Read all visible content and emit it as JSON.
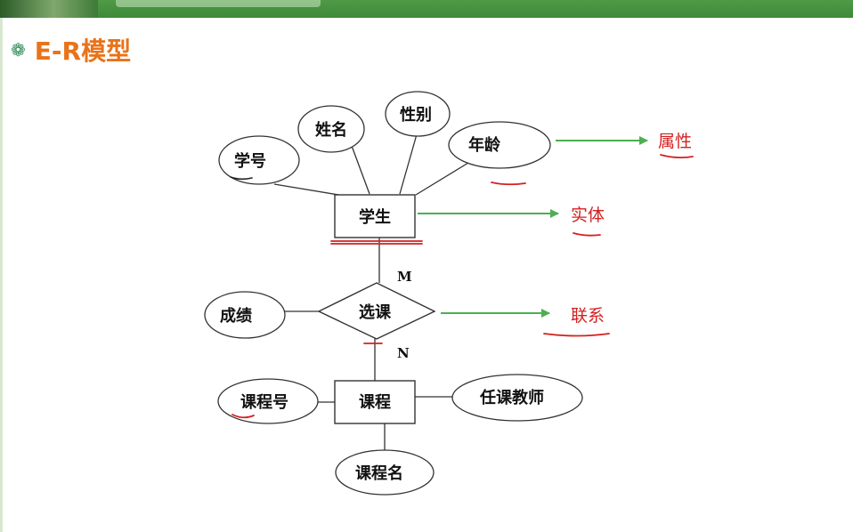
{
  "slide": {
    "title": "E-R模型",
    "bullet_icon": "flower-bullet-icon"
  },
  "diagram": {
    "entities": {
      "student": "学生",
      "course": "课程"
    },
    "relationship": "选课",
    "attributes": {
      "student_id": "学号",
      "name": "姓名",
      "gender": "性别",
      "age": "年龄",
      "grade": "成绩",
      "course_id": "课程号",
      "teacher": "任课教师",
      "course_name": "课程名"
    },
    "cardinality": {
      "upper": "M",
      "lower": "N"
    },
    "annotations": {
      "attribute": "属性",
      "entity": "实体",
      "relationship": "联系"
    }
  },
  "colors": {
    "title": "#e8731a",
    "top_bar": "#3d8a3a",
    "arrow": "#4caf50",
    "annotation": "#d42020"
  }
}
